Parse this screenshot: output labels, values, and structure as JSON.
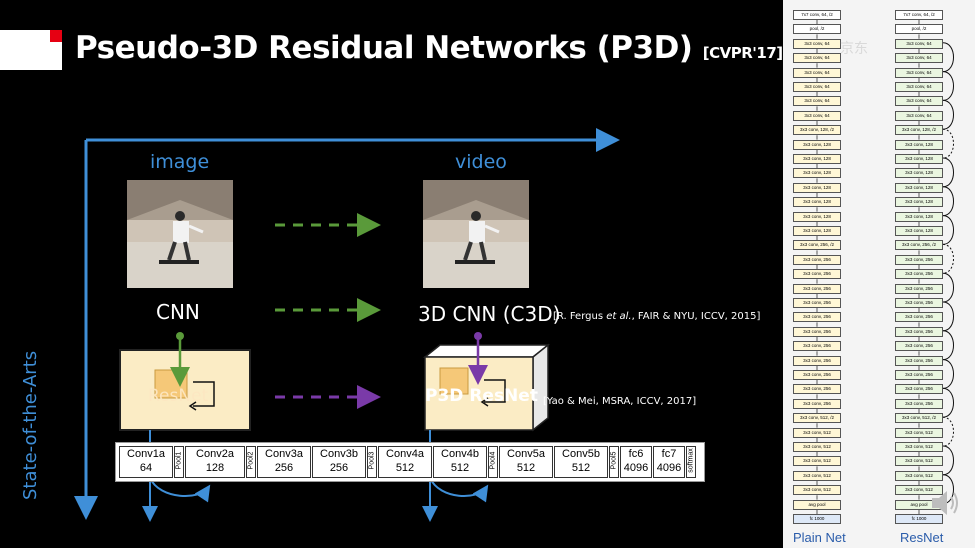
{
  "title": {
    "main": "Pseudo-3D Residual Networks (P3D)",
    "venue": "[CVPR'17]"
  },
  "axis": {
    "label": "State-of-the-Arts"
  },
  "columns": {
    "image_label": "image",
    "video_label": "video"
  },
  "models": {
    "cnn": "CNN",
    "c3d": "3D CNN (C3D)",
    "c3d_ref_pre": "[R. Fergus ",
    "c3d_ref_em": "et al.",
    "c3d_ref_post": ", FAIR & NYU, ICCV, 2015]",
    "resnet": "ResNet",
    "p3d": "P3D ResNet",
    "p3d_ref": "[Yao & Mei, MSRA, ICCV, 2017]"
  },
  "layers": [
    {
      "name": "Conv1a",
      "value": "64"
    },
    {
      "name": "Conv2a",
      "value": "128"
    },
    {
      "name": "Conv3a",
      "value": "256"
    },
    {
      "name": "Conv3b",
      "value": "256"
    },
    {
      "name": "Conv4a",
      "value": "512"
    },
    {
      "name": "Conv4b",
      "value": "512"
    },
    {
      "name": "Conv5a",
      "value": "512"
    },
    {
      "name": "Conv5b",
      "value": "512"
    },
    {
      "name": "fc6",
      "value": "4096"
    },
    {
      "name": "fc7",
      "value": "4096"
    }
  ],
  "pools": [
    "Pool1",
    "Pool2",
    "Pool3",
    "Pool4",
    "Pool5",
    "softmax"
  ],
  "right_panel": {
    "watermark": "京东",
    "plain_caption": "Plain Net",
    "resnet_caption": "ResNet",
    "plain_boxes": [
      "7x7 conv, 64, /2",
      "pool, /2",
      "3x3 conv, 64",
      "3x3 conv, 64",
      "3x3 conv, 64",
      "3x3 conv, 64",
      "3x3 conv, 64",
      "3x3 conv, 64",
      "3x3 conv, 128, /2",
      "3x3 conv, 128",
      "3x3 conv, 128",
      "3x3 conv, 128",
      "3x3 conv, 128",
      "3x3 conv, 128",
      "3x3 conv, 128",
      "3x3 conv, 128",
      "3x3 conv, 256, /2",
      "3x3 conv, 256",
      "3x3 conv, 256",
      "3x3 conv, 256",
      "3x3 conv, 256",
      "3x3 conv, 256",
      "3x3 conv, 256",
      "3x3 conv, 256",
      "3x3 conv, 256",
      "3x3 conv, 256",
      "3x3 conv, 256",
      "3x3 conv, 256",
      "3x3 conv, 512, /2",
      "3x3 conv, 512",
      "3x3 conv, 512",
      "3x3 conv, 512",
      "3x3 conv, 512",
      "3x3 conv, 512",
      "avg pool",
      "fc 1000"
    ],
    "res_boxes": [
      "7x7 conv, 64, /2",
      "pool, /2",
      "3x3 conv, 64",
      "3x3 conv, 64",
      "3x3 conv, 64",
      "3x3 conv, 64",
      "3x3 conv, 64",
      "3x3 conv, 64",
      "3x3 conv, 128, /2",
      "3x3 conv, 128",
      "3x3 conv, 128",
      "3x3 conv, 128",
      "3x3 conv, 128",
      "3x3 conv, 128",
      "3x3 conv, 128",
      "3x3 conv, 128",
      "3x3 conv, 256, /2",
      "3x3 conv, 256",
      "3x3 conv, 256",
      "3x3 conv, 256",
      "3x3 conv, 256",
      "3x3 conv, 256",
      "3x3 conv, 256",
      "3x3 conv, 256",
      "3x3 conv, 256",
      "3x3 conv, 256",
      "3x3 conv, 256",
      "3x3 conv, 256",
      "3x3 conv, 512, /2",
      "3x3 conv, 512",
      "3x3 conv, 512",
      "3x3 conv, 512",
      "3x3 conv, 512",
      "3x3 conv, 512",
      "avg pool",
      "fc 1000"
    ]
  },
  "colors": {
    "accent_blue": "#3f8fd8",
    "green_arrow": "#5a9a3a",
    "purple_arrow": "#7a3aa8",
    "resnet_box": "#fbecc5",
    "plain_fill": "#fff7d6",
    "res_fill": "#eaf6e0"
  }
}
